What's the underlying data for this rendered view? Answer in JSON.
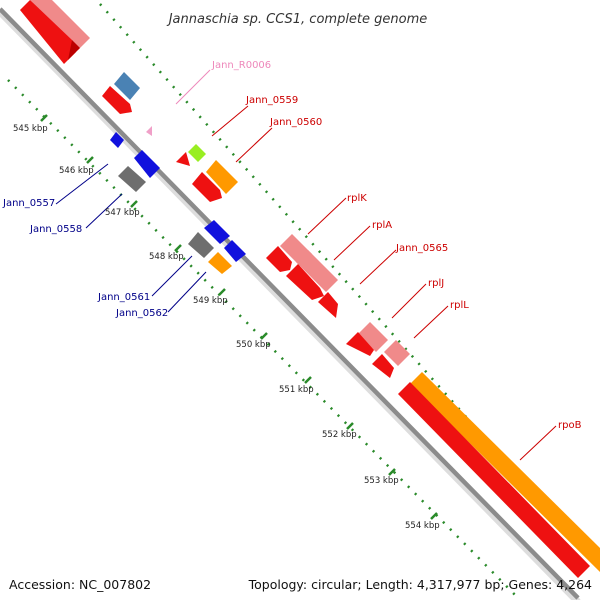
{
  "title": "Jannaschia sp. CCS1, complete genome",
  "footer": {
    "accession": "Accession: NC_007802",
    "summary": "Topology: circular; Length: 4,317,977 bp; Genes: 4,264"
  },
  "colors": {
    "backbone": "#8c8c8c",
    "tick": "#2a8a2a",
    "cds_red": "#ee1111",
    "cds_pink": "#f08a8a",
    "cds_orange": "#ff9900",
    "cds_blue": "#1111dd",
    "cds_steel": "#4a82b4",
    "cds_gray": "#6e6e6e",
    "cds_lime": "#99ee22",
    "rna_pink": "#f0a0c8",
    "label_red": "#cc0000",
    "label_blue": "#000088",
    "label_pink": "#ee88bb"
  },
  "kbp_labels": [
    "545 kbp",
    "546 kbp",
    "547 kbp",
    "548 kbp",
    "549 kbp",
    "550 kbp",
    "551 kbp",
    "552 kbp",
    "553 kbp",
    "554 kbp"
  ],
  "gene_labels": {
    "jann_r0006": "Jann_R0006",
    "jann_0559": "Jann_0559",
    "jann_0560": "Jann_0560",
    "jann_0557": "Jann_0557",
    "jann_0558": "Jann_0558",
    "rplk": "rplK",
    "rpla": "rplA",
    "jann_0565": "Jann_0565",
    "jann_0561": "Jann_0561",
    "jann_0562": "Jann_0562",
    "rplj": "rplJ",
    "rpll": "rplL",
    "rpob": "rpoB"
  }
}
